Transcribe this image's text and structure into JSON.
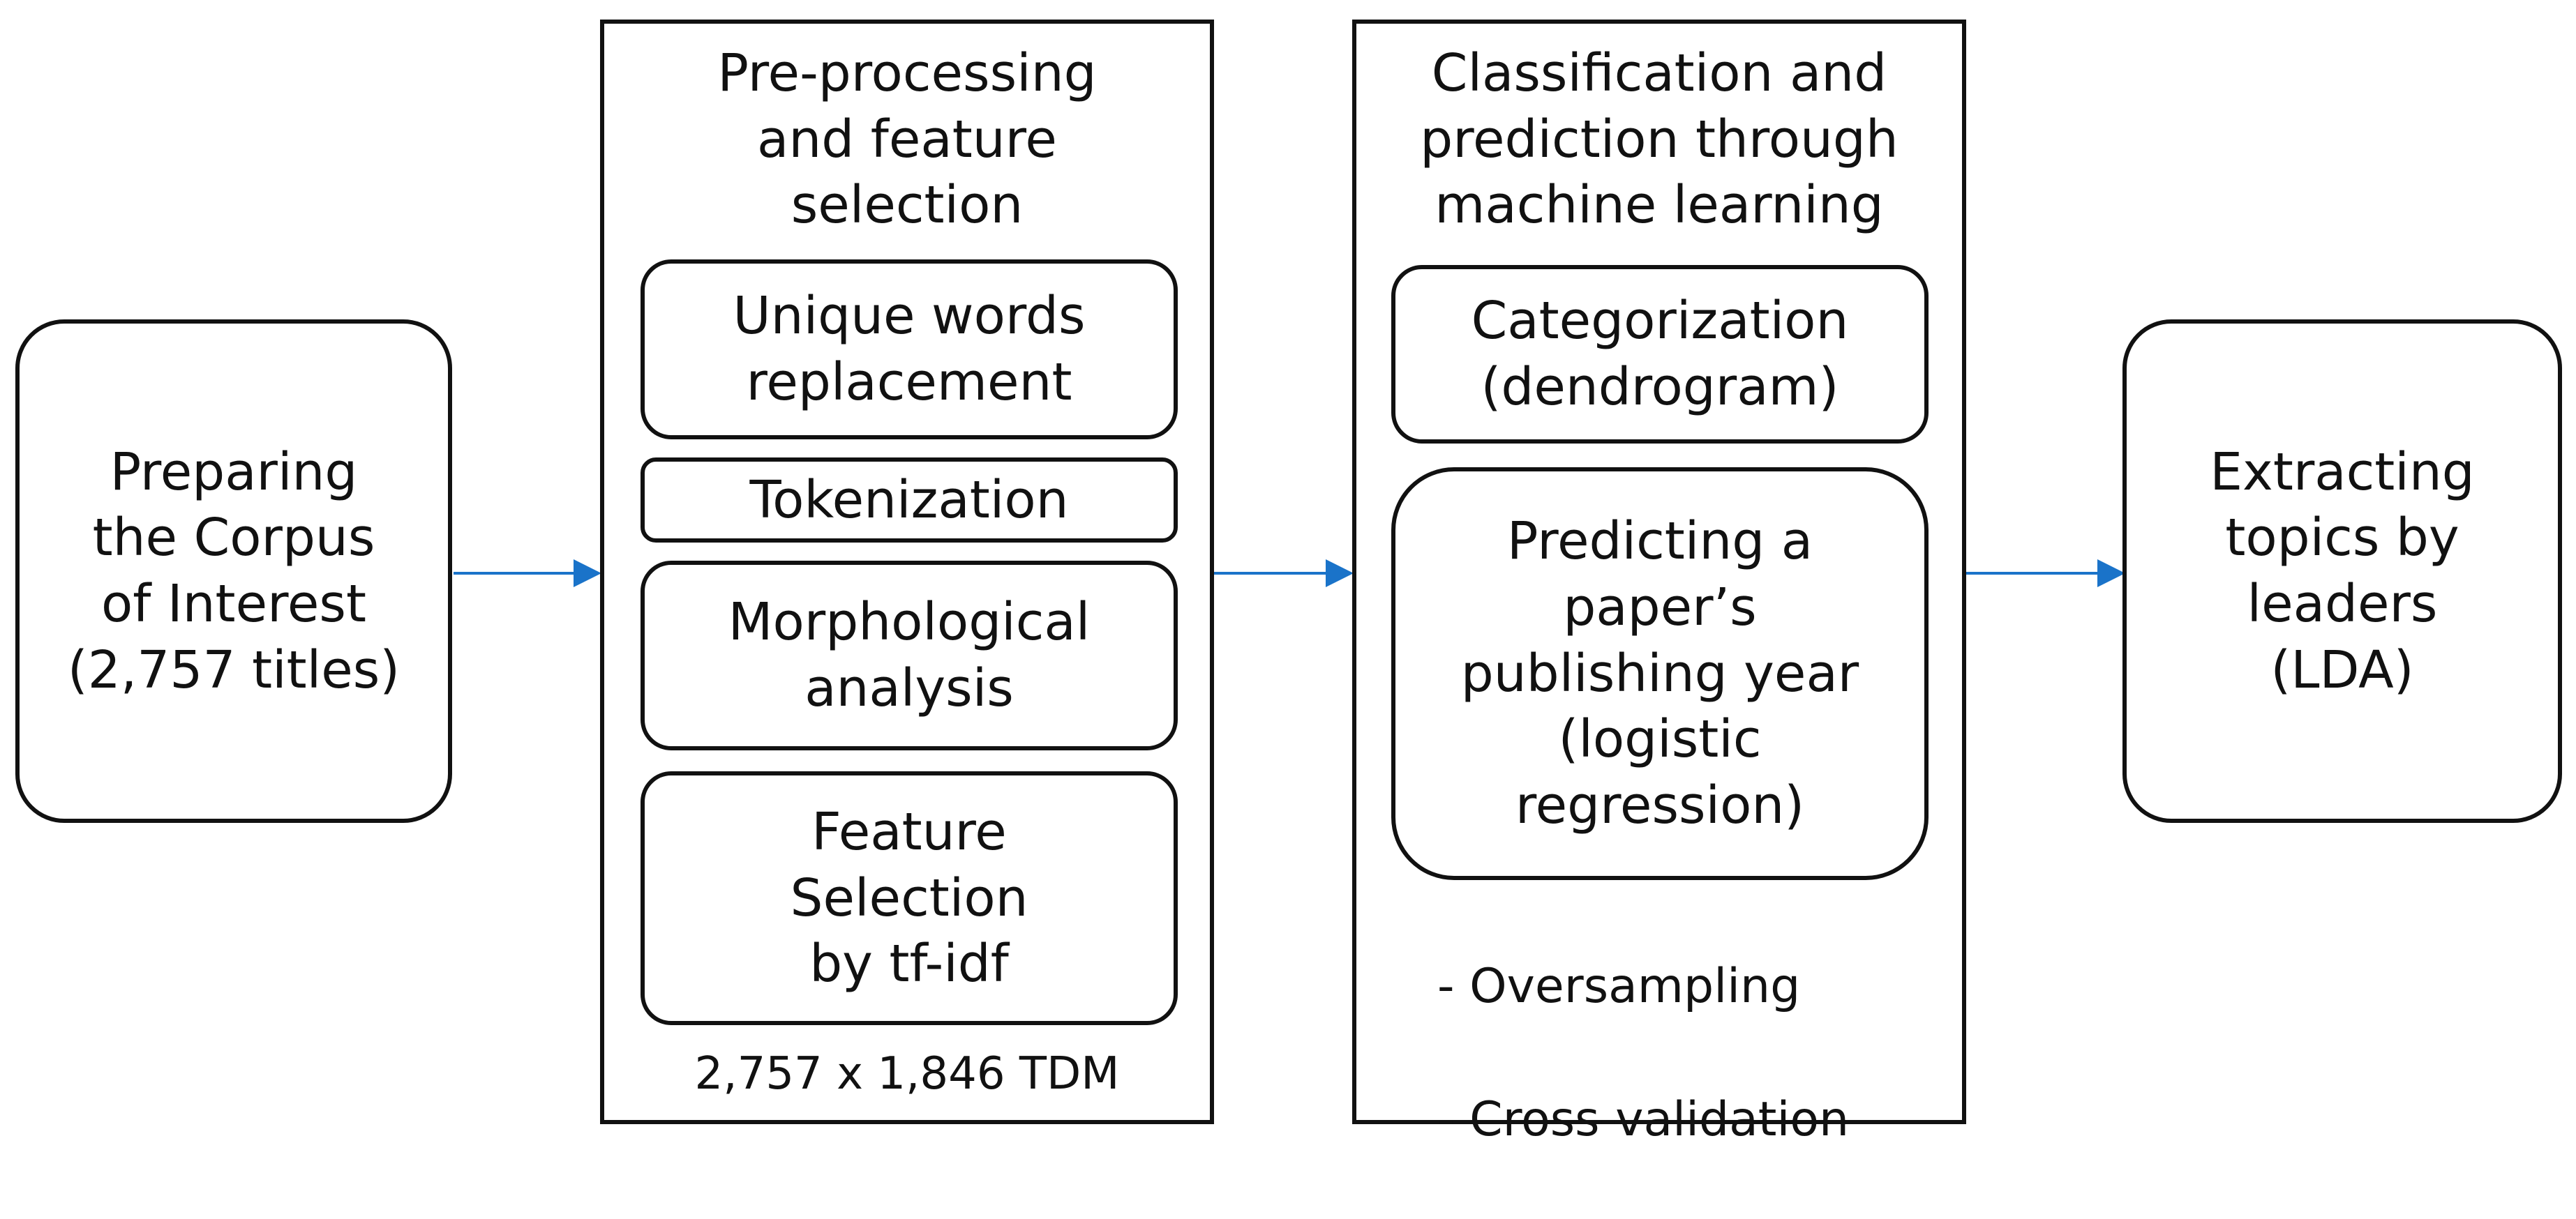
{
  "diagram": {
    "start_box": "Preparing\nthe Corpus\nof Interest\n(2,757 titles)",
    "stage1": {
      "title": "Pre-processing\nand feature\nselection",
      "steps": [
        "Unique words\nreplacement",
        "Tokenization",
        "Morphological\nanalysis",
        "Feature\nSelection\nby tf-idf"
      ],
      "footer": "2,757 x 1,846 TDM"
    },
    "stage2": {
      "title": "Classification and\nprediction through\nmachine learning",
      "steps": [
        "Categorization\n(dendrogram)",
        "Predicting a\npaper’s\npublishing year\n(logistic\nregression)"
      ],
      "notes": [
        "- Oversampling",
        "- Cross-validation"
      ]
    },
    "end_box": "Extracting\ntopics by\nleaders\n(LDA)",
    "arrow_color": "#1a73c9"
  }
}
